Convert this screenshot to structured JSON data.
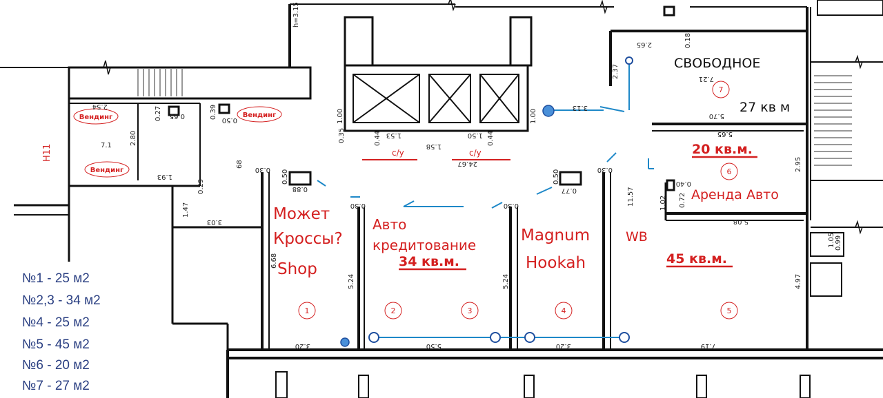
{
  "colors": {
    "wall": "#111111",
    "accent_red": "#d42020",
    "accent_blue": "#1e88c8",
    "legend_text": "#2a3f82",
    "circle_fill": "#4a90d9"
  },
  "units": [
    {
      "number": "1",
      "label": "Может Кроссы? Shop"
    },
    {
      "number": "2",
      "label": "Авто кредитование"
    },
    {
      "number": "3",
      "label": "34 кв.м."
    },
    {
      "number": "4",
      "label": "Magnum Hookah"
    },
    {
      "number": "5",
      "label": "WB"
    },
    {
      "number": "6",
      "label": "Аренда Авто"
    },
    {
      "number": "7",
      "label": "СВОБОДНОЕ"
    }
  ],
  "labels": {
    "unit1_line1": "Может",
    "unit1_line2": "Кроссы?",
    "unit1_line3": "Shop",
    "unit2_line1": "Авто",
    "unit2_line2": "кредитование",
    "unit23_area": "34 кв.м.",
    "unit4_line1": "Magnum",
    "unit4_line2": "Hookah",
    "unit5_name": "WB",
    "unit5_area": "45 кв.м.",
    "unit6_area": "20 кв.м.",
    "unit6_name": "Аренда Авто",
    "unit7_name": "СВОБОДНОЕ",
    "unit7_area": "27 кв м",
    "vending": "Вендинг",
    "h11": "Н11",
    "h_top": "h=3.15",
    "cy": "с/у"
  },
  "unit_numbers": [
    "1",
    "2",
    "3",
    "4",
    "5",
    "6",
    "7"
  ],
  "legend": [
    "№1 - 25 м2",
    "№2,3 - 34 м2",
    "№4 - 25 м2",
    "№5 - 45 м2",
    "№6 - 20 м2",
    "№7 - 27 м2"
  ],
  "dimensions": {
    "d_0_88": "0.88",
    "d_0_50a": "0.50",
    "d_0_30a": "0.30",
    "d_0_30b": "0.30",
    "d_0_30c": "0.30",
    "d_0_30d": "0.30",
    "d_0_77": "0.77",
    "d_0_50b": "0.50",
    "d_11_57": "11.57",
    "d_6_68": "6.68",
    "d_5_24a": "5.24",
    "d_5_24b": "5.24",
    "d_3_20a": "3.20",
    "d_5_50": "5.50",
    "d_3_20b": "3.20",
    "d_7_19": "7.19",
    "d_4_97": "4.97",
    "d_5_08": "5.08",
    "d_2_95": "2.95",
    "d_5_65": "5.65",
    "d_5_70": "5.70",
    "d_7_21": "7.21",
    "d_2_65": "2.65",
    "d_2_37": "2.37",
    "d_3_13": "3.13",
    "d_1_00a": "1.00",
    "d_1_00b": "1.00",
    "d_1_53": "1.53",
    "d_1_50": "1.50",
    "d_1_58": "1.58",
    "d_24_67": "24.67",
    "d_2_54": "2.54",
    "d_7_1": "7.1",
    "d_2_80": "2.80",
    "d_1_93": "1.93",
    "d_3_03": "3.03",
    "d_0_68": "68",
    "d_0_27": "0.27",
    "d_0_65": "0.65",
    "d_0_39": "0.39",
    "d_0_50c": "0.50",
    "d_1_02": "1.02",
    "d_0_72": "0.72",
    "d_0_40": "0.40",
    "d_1_05": "1.05",
    "d_0_99": "0.99",
    "d_0_18": "0.18",
    "d_0_29": "0.29",
    "d_1_47": "1.47",
    "d_0_44": "0.44",
    "d_0_35": "0.35"
  }
}
